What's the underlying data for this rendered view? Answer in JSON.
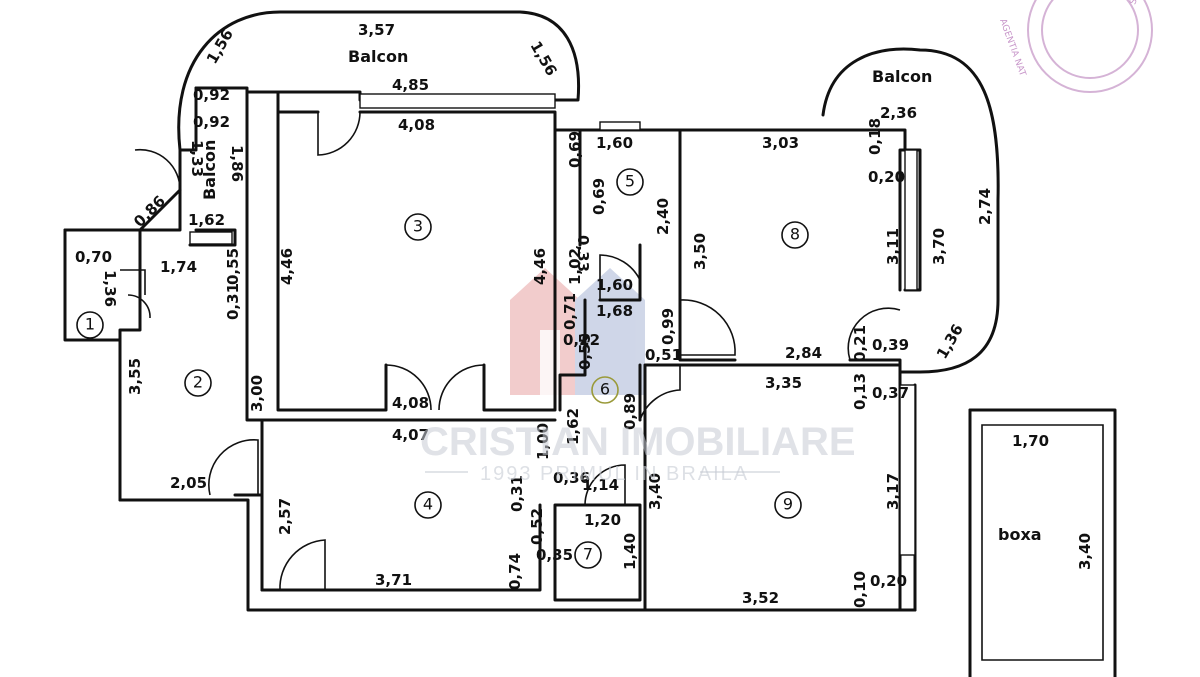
{
  "title_labels": {
    "balcon_top": "Balcon",
    "balcon_right": "Balcon",
    "balcon_left": "Balcon",
    "boxa": "boxa"
  },
  "rooms": [
    "1",
    "2",
    "3",
    "4",
    "5",
    "6",
    "7",
    "8",
    "9"
  ],
  "dims": {
    "d_3_57": "3,57",
    "d_1_56a": "1,56",
    "d_1_56b": "1,56",
    "d_0_92a": "0,92",
    "d_0_92b": "0,92",
    "d_4_85": "4,85",
    "d_4_08a": "4,08",
    "d_1_33": "1,33",
    "d_1_86": "1,86",
    "d_0_86": "0,86",
    "d_1_62a": "1,62",
    "d_0_70": "0,70",
    "d_1_74": "1,74",
    "d_1_36a": "1,36",
    "d_0_55": "0,55",
    "d_0_31a": "0,31",
    "d_4_46a": "4,46",
    "d_3_55": "3,55",
    "d_3_00": "3,00",
    "d_2_05": "2,05",
    "d_4_08b": "4,08",
    "d_4_07": "4,07",
    "d_2_57": "2,57",
    "d_3_71": "3,71",
    "d_0_74": "0,74",
    "d_4_46b": "4,46",
    "d_1_60a": "1,60",
    "d_0_69a": "0,69",
    "d_0_69b": "0,69",
    "d_2_40": "2,40",
    "d_0_33": "0,33",
    "d_1_02": "1,02",
    "d_1_60b": "1,60",
    "d_1_68": "1,68",
    "d_0_71": "0,71",
    "d_0_22": "0,22",
    "d_0_55b": "0,55",
    "d_0_99": "0,99",
    "d_0_51": "0,51",
    "d_3_50": "3,50",
    "d_1_62b": "1,62",
    "d_1_00": "1,00",
    "d_0_89": "0,89",
    "d_0_36": "0,36",
    "d_0_31b": "0,31",
    "d_1_14": "1,14",
    "d_3_40a": "3,40",
    "d_1_20": "1,20",
    "d_0_52": "0,52",
    "d_0_35": "0,35",
    "d_1_40": "1,40",
    "d_2_36": "2,36",
    "d_3_03": "3,03",
    "d_0_18": "0,18",
    "d_0_20a": "0,20",
    "d_2_74": "2,74",
    "d_3_11": "3,11",
    "d_3_70": "3,70",
    "d_2_84": "2,84",
    "d_0_21": "0,21",
    "d_0_39": "0,39",
    "d_1_36b": "1,36",
    "d_3_35": "3,35",
    "d_0_13": "0,13",
    "d_0_37": "0,37",
    "d_3_17": "3,17",
    "d_3_52": "3,52",
    "d_0_10": "0,10",
    "d_0_20b": "0,20",
    "d_1_70": "1,70",
    "d_3_40b": "3,40"
  },
  "watermark": {
    "name": "CRISTIAN IMOBILIARE",
    "tagline": "1993 PRIMUL IN BRAILA"
  },
  "colors": {
    "lines": "#111111",
    "watermark": "#c7ccd4",
    "stamp": "#c795c9",
    "logo_red": "#e8a3a3",
    "logo_blue": "#a9b6d6"
  }
}
